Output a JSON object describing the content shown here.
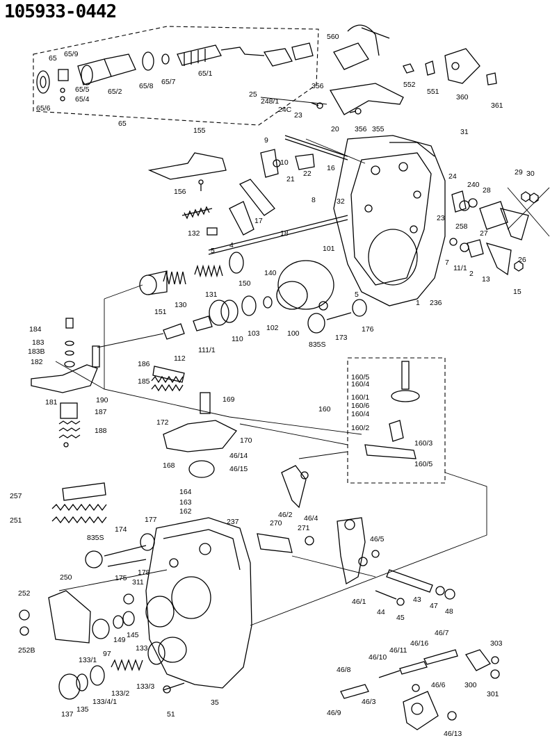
{
  "diagram": {
    "title": "105933-0442",
    "labels": {
      "p65": "65",
      "p65_9": "65/9",
      "p65_5": "65/5",
      "p65_4": "65/4",
      "p65_6": "65/6",
      "p65_2": "65/2",
      "p65_8": "65/8",
      "p65_7": "65/7",
      "p65_1": "65/1",
      "p65_group": "65",
      "p560": "560",
      "p552": "552",
      "p551": "551",
      "p360": "360",
      "p361": "361",
      "p356a": "356",
      "p356b": "356",
      "p355": "355",
      "p25": "25",
      "p248_1": "248/1",
      "p240a": "24C",
      "p23a": "23",
      "p20": "20",
      "p31": "31",
      "p155": "155",
      "p156": "156",
      "p9": "9",
      "p10": "10",
      "p21": "21",
      "p22": "22",
      "p16": "16",
      "p32": "32",
      "p24": "24",
      "p29": "29",
      "p30": "30",
      "p240b": "240",
      "p28": "28",
      "p23b": "23",
      "p258": "258",
      "p27": "27",
      "p132": "132",
      "p5a": "5",
      "p4": "4",
      "p17": "17",
      "p18": "18",
      "p8": "8",
      "p101": "101",
      "p7": "7",
      "p11_1": "11/1",
      "p2": "2",
      "p13": "13",
      "p26": "26",
      "p15": "15",
      "p140": "140",
      "p150": "150",
      "p151": "151",
      "p130": "130",
      "p131": "131",
      "p5b": "5",
      "p1": "1",
      "p236": "236",
      "p184": "184",
      "p183": "183",
      "p183b": "183B",
      "p182": "182",
      "p112": "112",
      "p111_1": "111/1",
      "p110": "110",
      "p103": "103",
      "p102": "102",
      "p100": "100",
      "p835a": "835S",
      "p173": "173",
      "p176": "176",
      "p186": "186",
      "p185": "185",
      "p181": "181",
      "p190": "190",
      "p187": "187",
      "p188": "188",
      "p169": "169",
      "p172": "172",
      "p170": "170",
      "p168": "168",
      "p160_5a": "160/5",
      "p160_4a": "160/4",
      "p160_1": "160/1",
      "p160_6": "160/6",
      "p160_4b": "160/4",
      "p160": "160",
      "p160_2": "160/2",
      "p160_3": "160/3",
      "p160_5b": "160/5",
      "p46_14": "46/14",
      "p46_15": "46/15",
      "p164": "164",
      "p163": "163",
      "p162": "162",
      "p257": "257",
      "p251": "251",
      "p237": "237",
      "p270": "270",
      "p271": "271",
      "p46_2": "46/2",
      "p46_4": "46/4",
      "p46_5": "46/5",
      "p174": "174",
      "p177": "177",
      "p835b": "835S",
      "p178": "178",
      "p175": "175",
      "p311": "311",
      "p250": "250",
      "p252": "252",
      "p252b": "252B",
      "p97": "97",
      "p149": "149",
      "p145": "145",
      "p46_1": "46/1",
      "p44": "44",
      "p45": "45",
      "p43": "43",
      "p47": "47",
      "p48": "48",
      "p46_7": "46/7",
      "p46_16": "46/16",
      "p46_11": "46/11",
      "p46_10": "46/10",
      "p46_8": "46/8",
      "p303": "303",
      "p300": "300",
      "p301": "301",
      "p133_1": "133/1",
      "p133": "133",
      "p133_2": "133/2",
      "p133_3": "133/3",
      "p133_4_1": "133/4/1",
      "p137": "137",
      "p135": "135",
      "p51": "51",
      "p35": "35",
      "p46_9": "46/9",
      "p46_3": "46/3",
      "p46_6": "46/6",
      "p46_13": "46/13"
    }
  }
}
